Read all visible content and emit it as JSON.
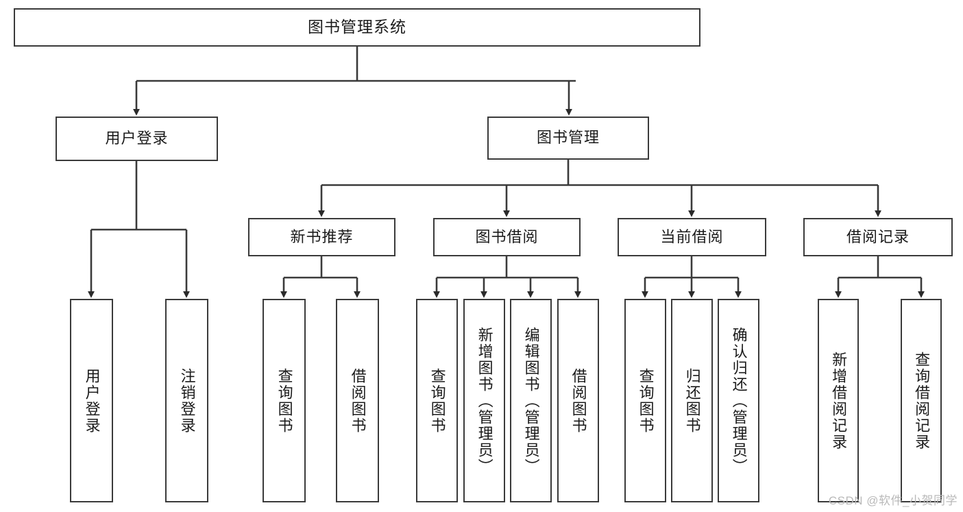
{
  "diagram": {
    "title": "图书管理系统",
    "type": "hierarchy-tree",
    "watermark": "CSDN @软件_小贺同学",
    "colors": {
      "stroke": "#3a3a3a",
      "fill": "#ffffff",
      "text": "#1b1b1b",
      "watermark": "#b9b9b9"
    },
    "root": {
      "label": "图书管理系统"
    },
    "level1": [
      {
        "label": "用户登录"
      },
      {
        "label": "图书管理"
      }
    ],
    "level2": [
      {
        "label": "新书推荐"
      },
      {
        "label": "图书借阅"
      },
      {
        "label": "当前借阅"
      },
      {
        "label": "借阅记录"
      }
    ],
    "leaves": {
      "user_login": [
        {
          "label": "用户登录"
        },
        {
          "label": "注销登录"
        }
      ],
      "new_book": [
        {
          "label": "查询图书"
        },
        {
          "label": "借阅图书"
        }
      ],
      "book_borrow": [
        {
          "label": "查询图书"
        },
        {
          "label": "新增图书（管理员）"
        },
        {
          "label": "编辑图书（管理员）"
        },
        {
          "label": "借阅图书"
        }
      ],
      "current_borrow": [
        {
          "label": "查询图书"
        },
        {
          "label": "归还图书"
        },
        {
          "label": "确认归还（管理员）"
        }
      ],
      "borrow_record": [
        {
          "label": "新增借阅记录"
        },
        {
          "label": "查询借阅记录"
        }
      ]
    }
  }
}
